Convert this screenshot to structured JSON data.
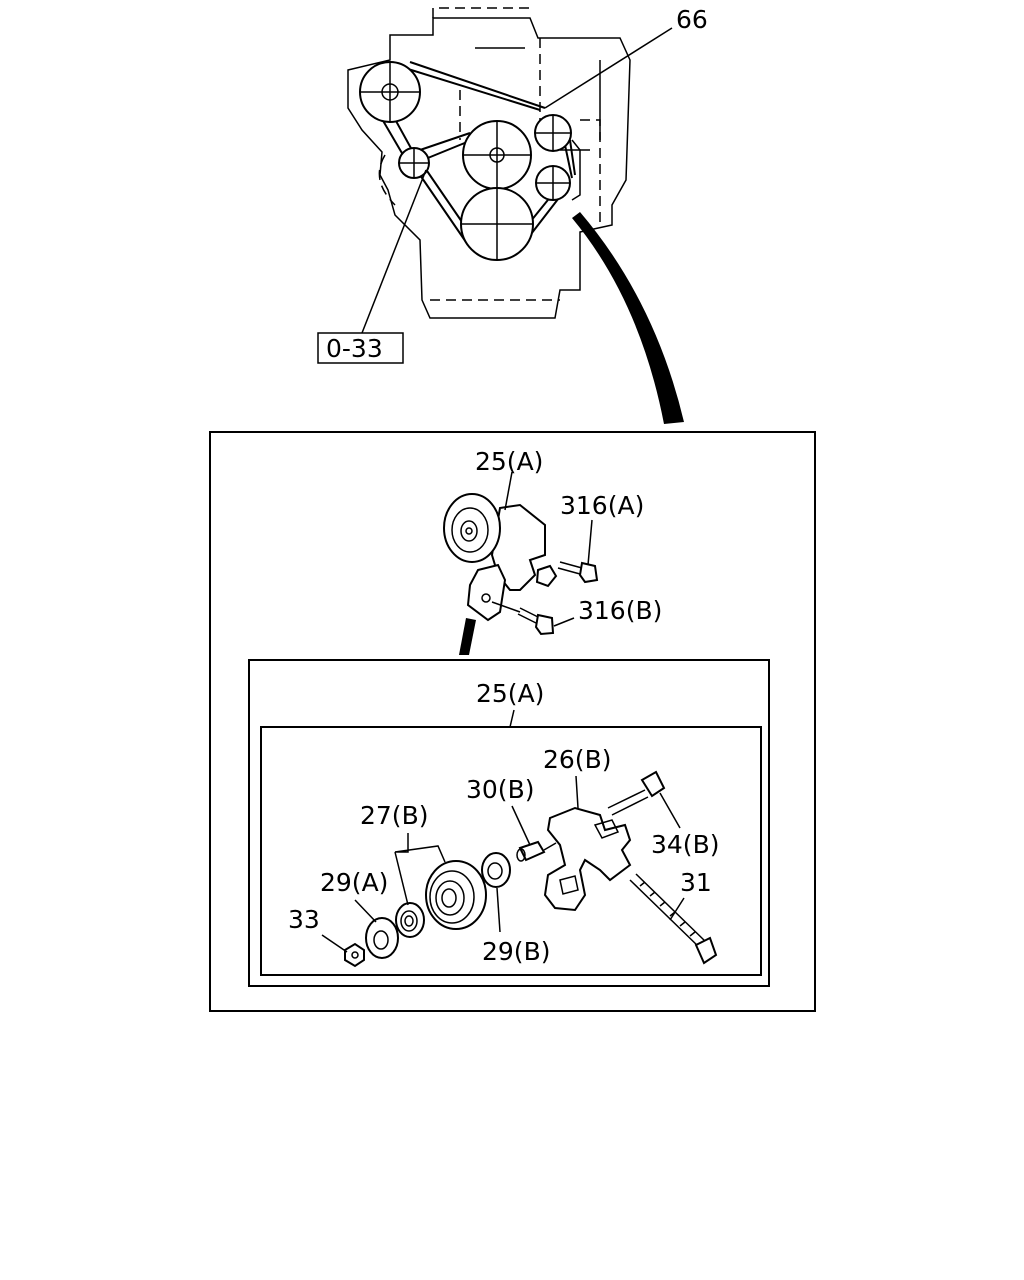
{
  "diagram": {
    "ref_box_label": "0-33",
    "callouts": {
      "belt": "66",
      "tensioner_assy_top": "25(A)",
      "bolt_a": "316(A)",
      "bolt_b": "316(B)",
      "tensioner_assy_detail": "25(A)",
      "bracket": "26(B)",
      "spacer": "30(B)",
      "pulley": "27(B)",
      "bolt_34": "34(B)",
      "washer_a": "29(A)",
      "long_bolt": "31",
      "nut": "33",
      "washer_b": "29(B)"
    }
  }
}
